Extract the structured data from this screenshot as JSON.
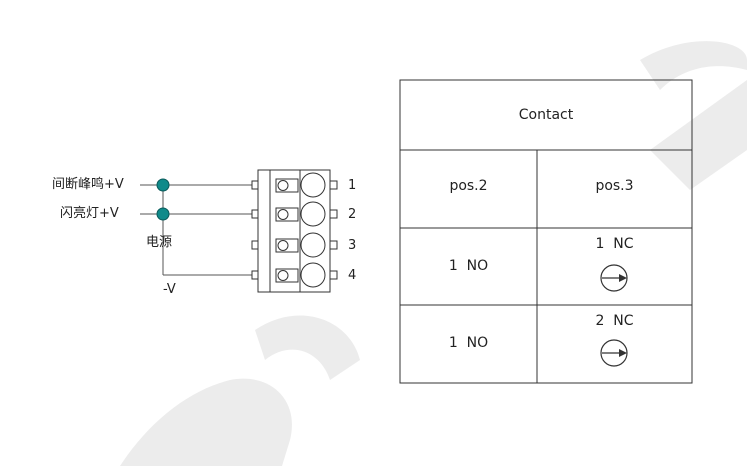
{
  "wiring": {
    "labels": {
      "input1": "间断峰鸣+V",
      "input2": "闪亮灯+V",
      "power": "电源",
      "neg": "-V"
    },
    "terminals": [
      "1",
      "2",
      "3",
      "4"
    ],
    "colors": {
      "junction": "#0f8a8a",
      "line": "#555555"
    }
  },
  "table": {
    "header": "Contact",
    "columns": [
      "pos.2",
      "pos.3"
    ],
    "rows": [
      {
        "pos2": "1  NO",
        "pos3": "1  NC"
      },
      {
        "pos2": "1  NO",
        "pos3": "2  NC"
      }
    ]
  },
  "watermark_color": "#ececec"
}
